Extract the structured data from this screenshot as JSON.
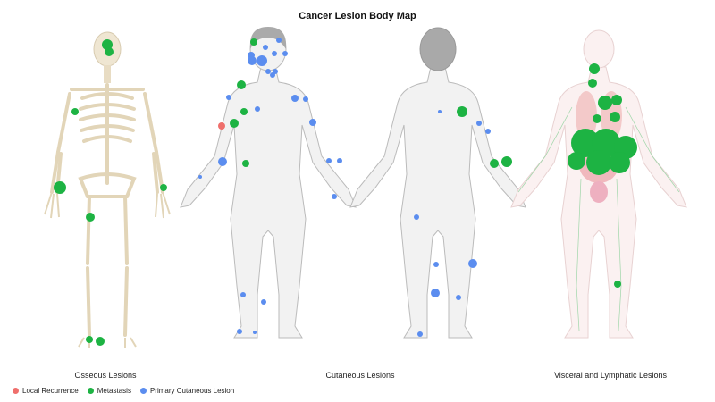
{
  "title": "Cancer Lesion Body Map",
  "panels": {
    "osseous": "Osseous Lesions",
    "cutaneous": "Cutaneous Lesions",
    "visceral": "Visceral and Lymphatic Lesions"
  },
  "legend": [
    {
      "label": "Local Recurrence",
      "color": "#ef6f6c"
    },
    {
      "label": "Metastasis",
      "color": "#1db343"
    },
    {
      "label": "Primary Cutaneous Lesion",
      "color": "#5b8def"
    }
  ]
}
